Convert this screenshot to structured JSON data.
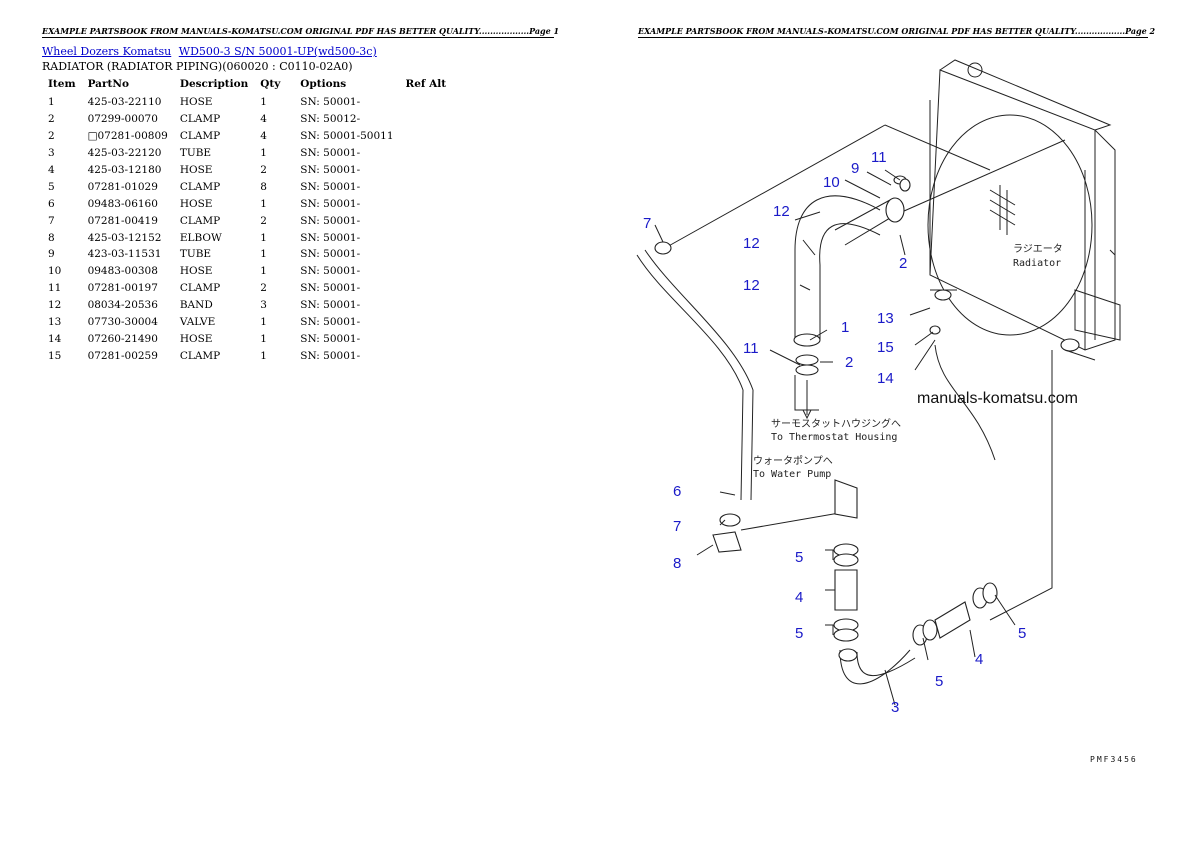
{
  "header": {
    "page1": "EXAMPLE PARTSBOOK FROM MANUALS-KOMATSU.COM ORIGINAL PDF HAS BETTER QUALITY..................Page 1",
    "page2": "EXAMPLE PARTSBOOK FROM MANUALS-KOMATSU.COM ORIGINAL PDF HAS BETTER QUALITY..................Page 2"
  },
  "breadcrumb": {
    "link1": "Wheel Dozers Komatsu",
    "link2": "WD500-3 S/N 50001-UP(wd500-3c)"
  },
  "subtitle": "RADIATOR (RADIATOR PIPING)(060020 : C0110-02A0)",
  "table": {
    "headers": [
      "Item",
      "PartNo",
      "Description",
      "Qty",
      "Options",
      "Ref Alt"
    ],
    "rows": [
      [
        "1",
        "425-03-22110",
        "HOSE",
        "1",
        "SN: 50001-"
      ],
      [
        "2",
        "07299-00070",
        "CLAMP",
        "4",
        "SN: 50012-"
      ],
      [
        "2",
        "□07281-00809",
        "CLAMP",
        "4",
        "SN: 50001-50011"
      ],
      [
        "3",
        "425-03-22120",
        "TUBE",
        "1",
        "SN: 50001-"
      ],
      [
        "4",
        "425-03-12180",
        "HOSE",
        "2",
        "SN: 50001-"
      ],
      [
        "5",
        "07281-01029",
        "CLAMP",
        "8",
        "SN: 50001-"
      ],
      [
        "6",
        "09483-06160",
        "HOSE",
        "1",
        "SN: 50001-"
      ],
      [
        "7",
        "07281-00419",
        "CLAMP",
        "2",
        "SN: 50001-"
      ],
      [
        "8",
        "425-03-12152",
        "ELBOW",
        "1",
        "SN: 50001-"
      ],
      [
        "9",
        "423-03-11531",
        "TUBE",
        "1",
        "SN: 50001-"
      ],
      [
        "10",
        "09483-00308",
        "HOSE",
        "1",
        "SN: 50001-"
      ],
      [
        "11",
        "07281-00197",
        "CLAMP",
        "2",
        "SN: 50001-"
      ],
      [
        "12",
        "08034-20536",
        "BAND",
        "3",
        "SN: 50001-"
      ],
      [
        "13",
        "07730-30004",
        "VALVE",
        "1",
        "SN: 50001-"
      ],
      [
        "14",
        "07260-21490",
        "HOSE",
        "1",
        "SN: 50001-"
      ],
      [
        "15",
        "07281-00259",
        "CLAMP",
        "1",
        "SN: 50001-"
      ]
    ]
  },
  "diagram": {
    "callouts": [
      "7",
      "11",
      "9",
      "10",
      "12",
      "12",
      "12",
      "2",
      "1",
      "11",
      "2",
      "13",
      "15",
      "14",
      "6",
      "7",
      "8",
      "5",
      "4",
      "5",
      "3",
      "5",
      "4",
      "5"
    ],
    "radiator_jp": "ラジエータ",
    "radiator_en": "Radiator",
    "thermostat_jp": "サーモスタットハウジングへ",
    "thermostat_en": "To Thermostat Housing",
    "pump_jp": "ウォータポンプへ",
    "pump_en": "To Water Pump",
    "watermark": "manuals-komatsu.com",
    "figure_no": "PMF3456"
  }
}
